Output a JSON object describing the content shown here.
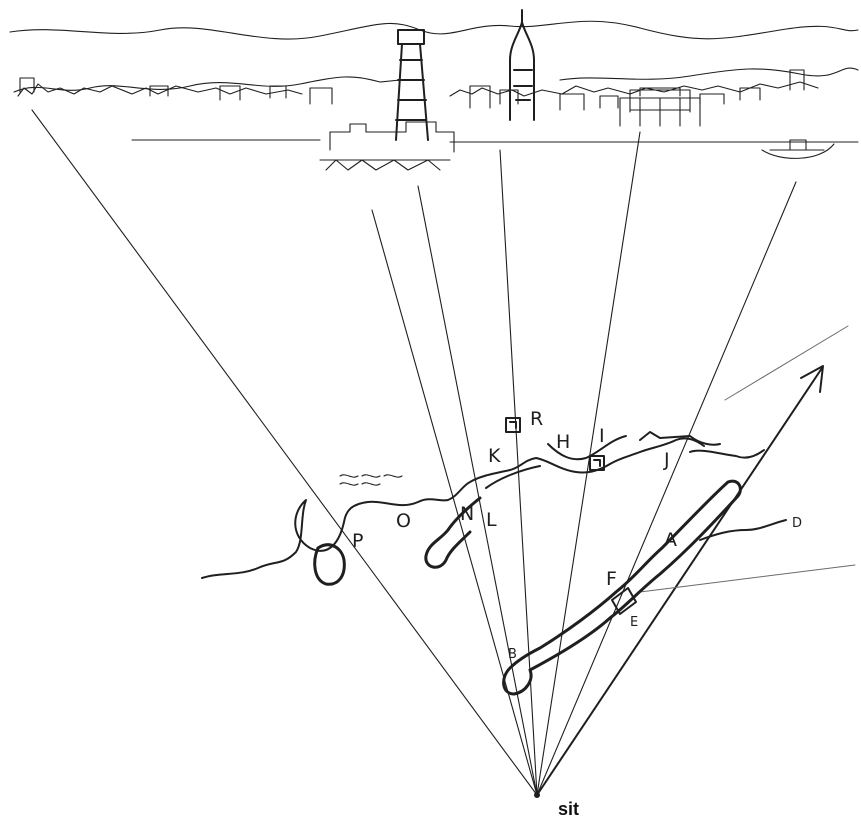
{
  "labels": {
    "R": "R",
    "H": "H",
    "I": "I",
    "K": "K",
    "J": "J",
    "N": "N",
    "L": "L",
    "O": "O",
    "P": "P",
    "A": "A",
    "F": "F",
    "E": "E",
    "B": "B",
    "D": "D",
    "sit": "sit"
  }
}
